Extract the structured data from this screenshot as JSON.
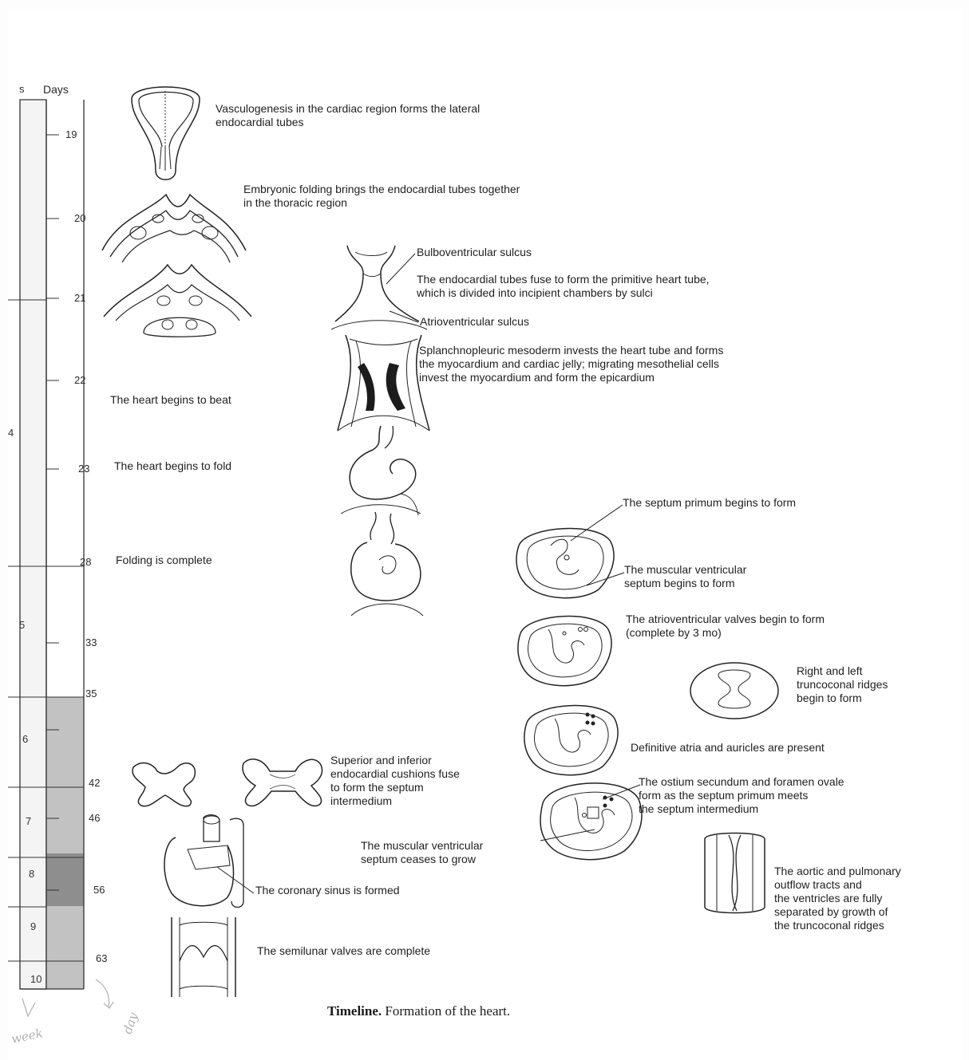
{
  "axis": {
    "week_header": "s",
    "days_header": "Days",
    "day_ticks": [
      "19",
      "20",
      "21",
      "22",
      "23",
      "28",
      "33",
      "35",
      "42",
      "46",
      "56",
      "63"
    ],
    "week_ticks": [
      "4",
      "5",
      "6",
      "7",
      "8",
      "9",
      "10"
    ]
  },
  "events": {
    "vasculogenesis": "Vasculogenesis in the cardiac region forms the lateral\nendocardial tubes",
    "folding_brings": "Embryonic folding brings the endocardial tubes together\nin the thoracic region",
    "bulboventricular": "Bulboventricular sulcus",
    "fuse_heart_tube": "The endocardial tubes fuse to form the primitive heart tube,\nwhich is divided into incipient chambers by sulci",
    "atrioventricular_sulcus": "Atrioventricular sulcus",
    "splanchnopleuric": "Splanchnopleuric mesoderm invests the heart tube and forms\nthe myocardium and cardiac jelly; migrating mesothelial cells\ninvest the myocardium and form the epicardium",
    "begins_beat": "The heart begins to beat",
    "begins_fold": "The heart begins to fold",
    "folding_complete": "Folding is complete",
    "septum_primum": "The septum primum begins to form",
    "muscular_septum": "The muscular ventricular\nseptum begins to form",
    "av_valves": "The atrioventricular valves begin to form\n(complete by 3 mo)",
    "truncoconal_ridges": "Right and left\ntruncoconal ridges\nbegin to form",
    "definitive_atria": "Definitive atria and auricles are present",
    "cushions_fuse": "Superior and inferior\nendocardial cushions fuse\nto form the septum\nintermedium",
    "ostium_secundum": "The ostium secundum and foramen ovale\nform as the septum primum meets\nthe septum intermedium",
    "septum_ceases": "The muscular ventricular\nseptum ceases to grow",
    "outflow_separated": "The aortic and pulmonary\noutflow tracts and\nthe ventricles are fully\nseparated by growth of\nthe truncoconal ridges",
    "coronary_sinus": "The coronary sinus is formed",
    "semilunar": "The semilunar valves are complete"
  },
  "caption": {
    "bold": "Timeline.",
    "text": " Formation of the heart."
  },
  "handwriting": {
    "week": "week",
    "day": "day"
  }
}
